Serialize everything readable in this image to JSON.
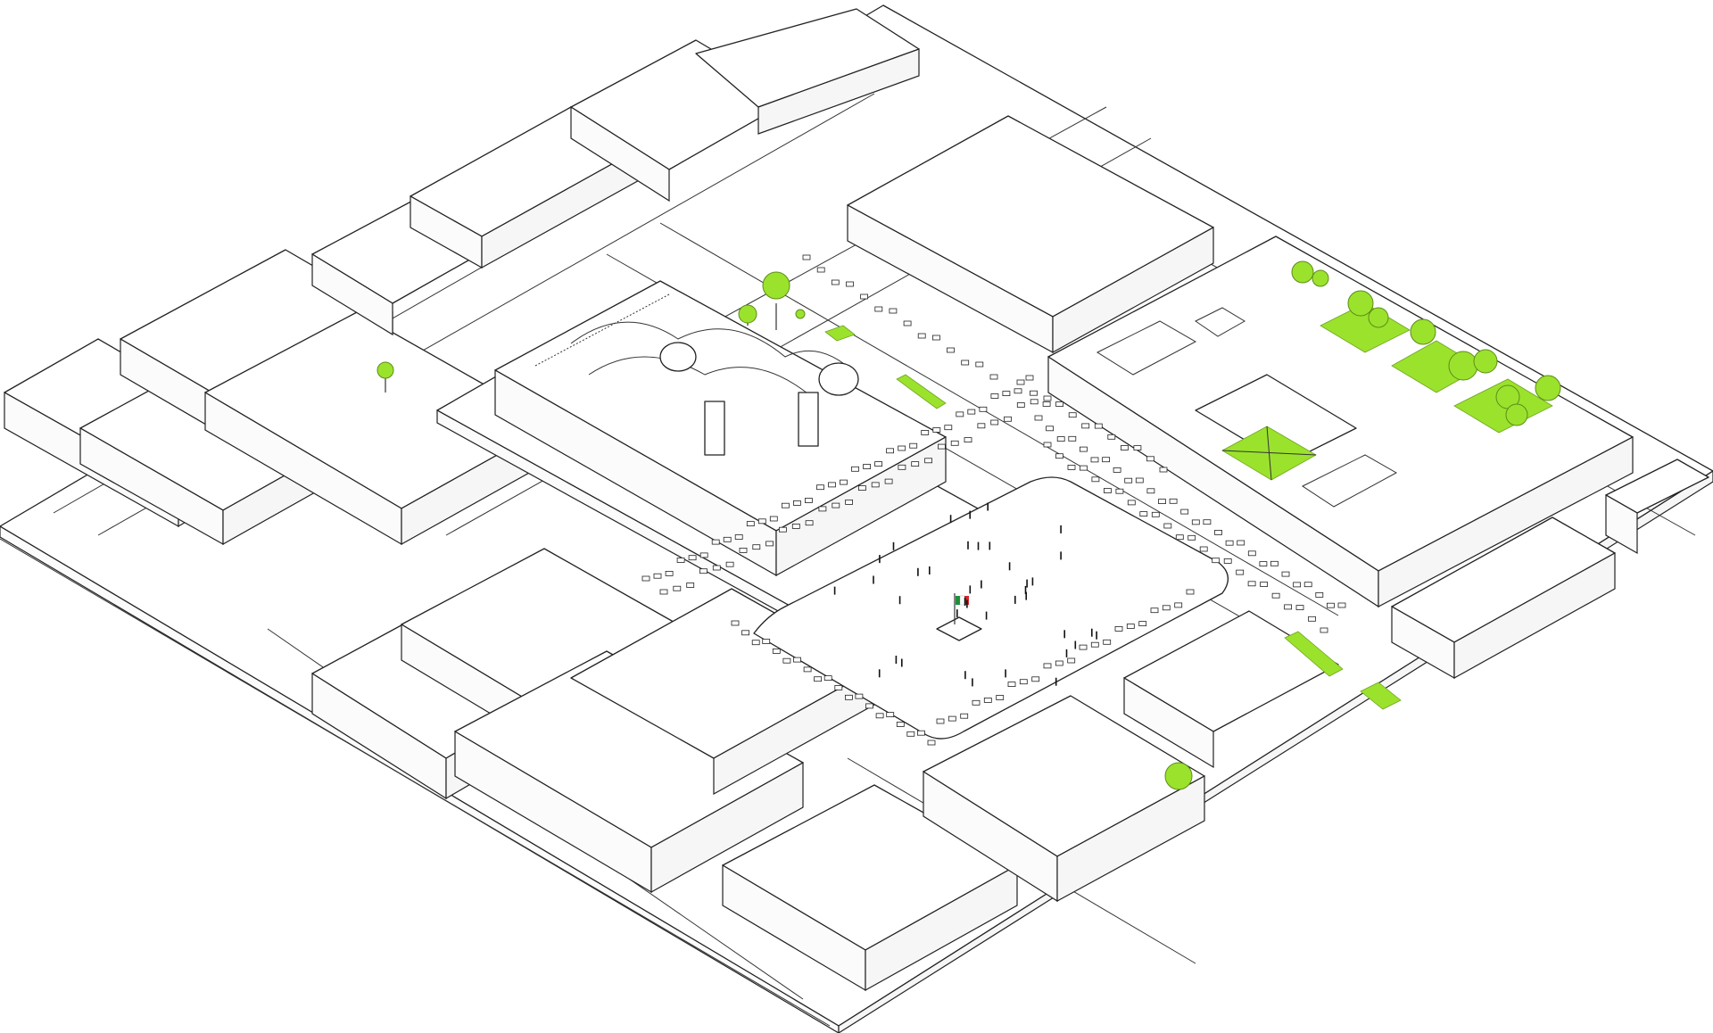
{
  "diagram": {
    "kind": "isometric urban plaza axonometric",
    "accent_color": "#9be22d",
    "line_color": "#222222",
    "background": "#ffffff",
    "elements": [
      "city-blocks",
      "cathedral",
      "main-plaza",
      "government-palace",
      "street-traffic",
      "trees",
      "flag"
    ],
    "flag_colors": [
      "#1f8f3a",
      "#ffffff",
      "#d62828"
    ]
  }
}
